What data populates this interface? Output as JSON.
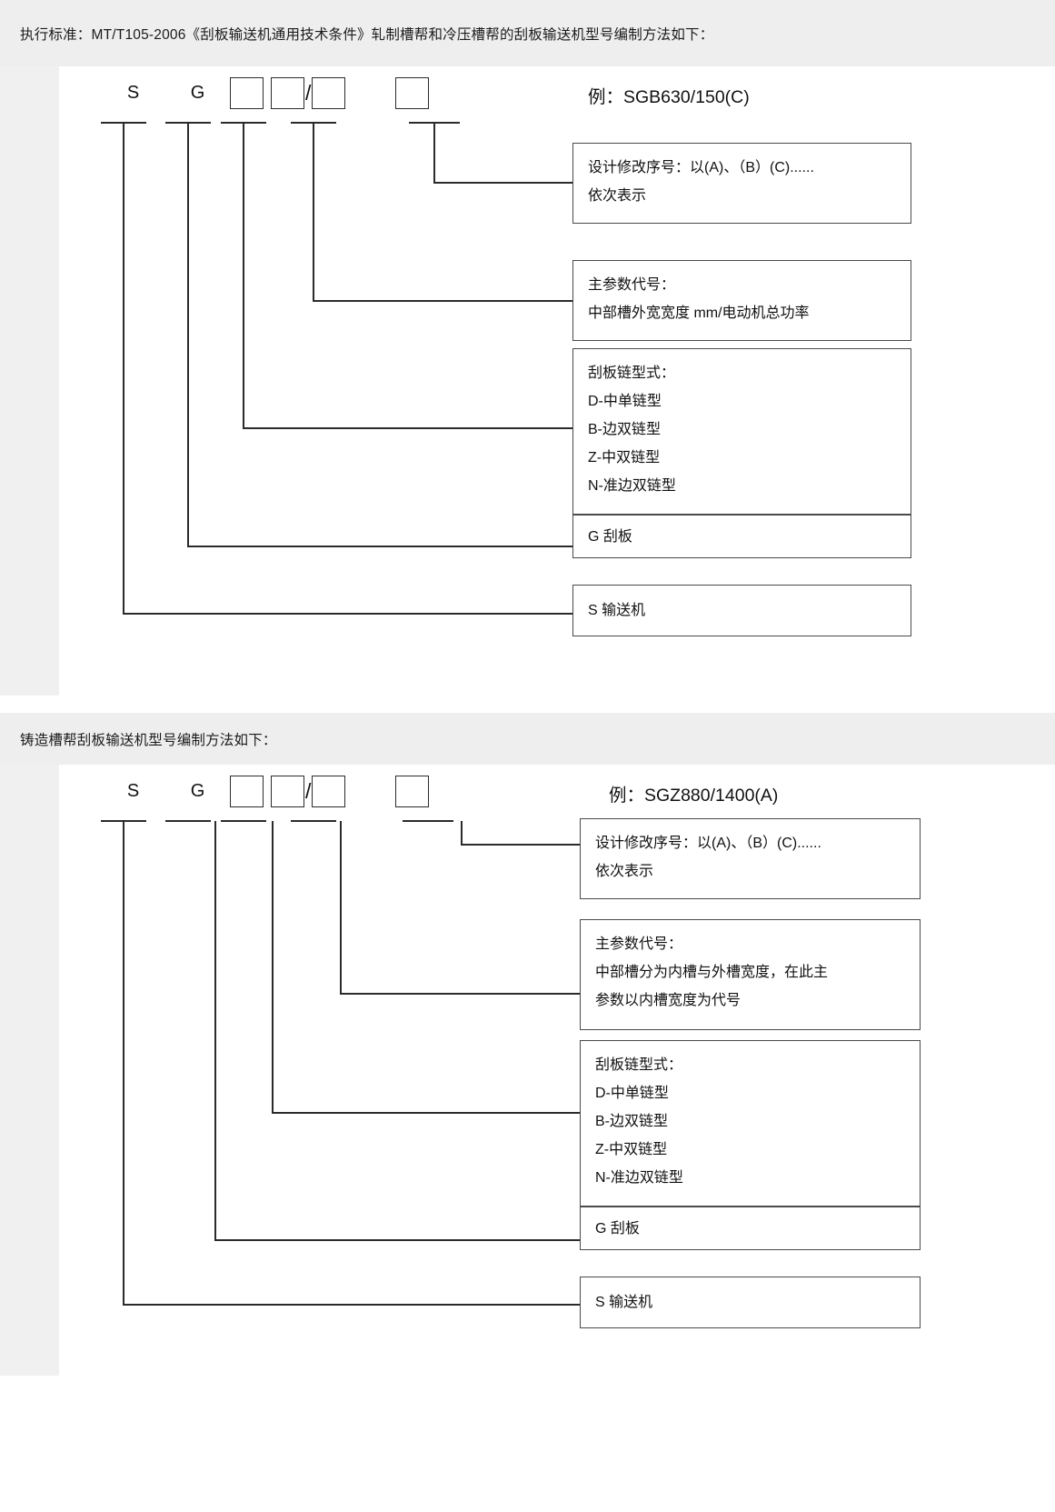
{
  "sections": [
    {
      "header": "执行标准：MT/T105-2006《刮板输送机通用技术条件》轧制槽帮和冷压槽帮的刮板输送机型号编制方法如下：",
      "code": {
        "letter1": "S",
        "letter2": "G",
        "slash": "/",
        "boxes": [
          "",
          "",
          "",
          ""
        ]
      },
      "example": "例：SGB630/150(C)",
      "boxes": [
        {
          "name": "design-revision",
          "lines": [
            "设计修改序号：以(A)、（B）(C)......",
            "依次表示"
          ]
        },
        {
          "name": "main-parameter",
          "lines": [
            "主参数代号：",
            "中部槽外宽宽度  mm/电动机总功率"
          ]
        },
        {
          "name": "chain-type",
          "lines": [
            "刮板链型式：",
            "D-中单链型",
            "B-边双链型",
            "Z-中双链型",
            "N-准边双链型"
          ]
        },
        {
          "name": "scraper",
          "lines": [
            "G 刮板"
          ]
        },
        {
          "name": "conveyor",
          "lines": [
            "S 输送机"
          ]
        }
      ]
    },
    {
      "header": "铸造槽帮刮板输送机型号编制方法如下：",
      "code": {
        "letter1": "S",
        "letter2": "G",
        "slash": "/",
        "boxes": [
          "",
          "",
          "",
          ""
        ]
      },
      "example": "例：SGZ880/1400(A)",
      "boxes": [
        {
          "name": "design-revision",
          "lines": [
            "设计修改序号：以(A)、（B）(C)......",
            "依次表示"
          ]
        },
        {
          "name": "main-parameter",
          "lines": [
            "主参数代号：",
            "中部槽分为内槽与外槽宽度，在此主",
            "参数以内槽宽度为代号"
          ]
        },
        {
          "name": "chain-type",
          "lines": [
            "刮板链型式：",
            "D-中单链型",
            "B-边双链型",
            "Z-中双链型",
            "N-准边双链型"
          ]
        },
        {
          "name": "scraper",
          "lines": [
            "G 刮板"
          ]
        },
        {
          "name": "conveyor",
          "lines": [
            "S 输送机"
          ]
        }
      ]
    }
  ]
}
